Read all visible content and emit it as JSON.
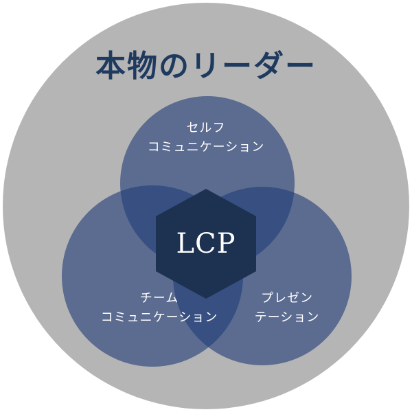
{
  "diagram": {
    "title": "本物のリーダー",
    "center_label": "LCP",
    "circles": [
      {
        "id": "self-communication",
        "line1": "セルフ",
        "line2": "コミュニケーション"
      },
      {
        "id": "team-communication",
        "line1": "チーム",
        "line2": "コミュニケーション"
      },
      {
        "id": "presentation",
        "line1": "プレゼン",
        "line2": "テーション"
      }
    ],
    "colors": {
      "background_circle": "#b5b5b5",
      "venn_circle": "rgba(32, 60, 120, 0.6)",
      "hexagon": "#1d3150",
      "title_text": "#1f3a5f",
      "label_text": "#ffffff"
    }
  }
}
